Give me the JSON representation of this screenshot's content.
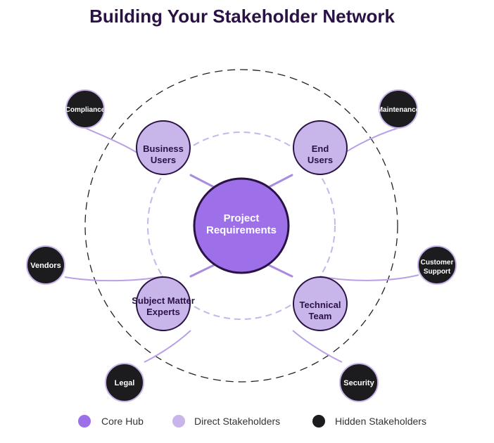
{
  "title": "Building Your Stakeholder Network",
  "colors": {
    "core_fill": "#9d6fe8",
    "core_stroke": "#2a1245",
    "direct_fill": "#c8b5ea",
    "direct_stroke": "#2a1245",
    "hidden_fill": "#1c1c1e",
    "hidden_stroke": "#c8b5ea",
    "connector": "#a98be0",
    "curve": "#b9a1e6",
    "outer_ring": "#222222",
    "inner_ring": "#c8b5ea",
    "title": "#2a1245"
  },
  "core": {
    "label_line1": "Project",
    "label_line2": "Requirements"
  },
  "direct": [
    {
      "line1": "Business",
      "line2": "Users"
    },
    {
      "line1": "End",
      "line2": "Users"
    },
    {
      "line1": "Subject Matter",
      "line2": "Experts"
    },
    {
      "line1": "Technical",
      "line2": "Team"
    }
  ],
  "hidden": [
    {
      "line1": "Compliance",
      "line2": ""
    },
    {
      "line1": "Maintenance",
      "line2": ""
    },
    {
      "line1": "Vendors",
      "line2": ""
    },
    {
      "line1": "Customer",
      "line2": "Support"
    },
    {
      "line1": "Legal",
      "line2": ""
    },
    {
      "line1": "Security",
      "line2": ""
    }
  ],
  "legend": {
    "core": "Core Hub",
    "direct": "Direct Stakeholders",
    "hidden": "Hidden Stakeholders"
  }
}
